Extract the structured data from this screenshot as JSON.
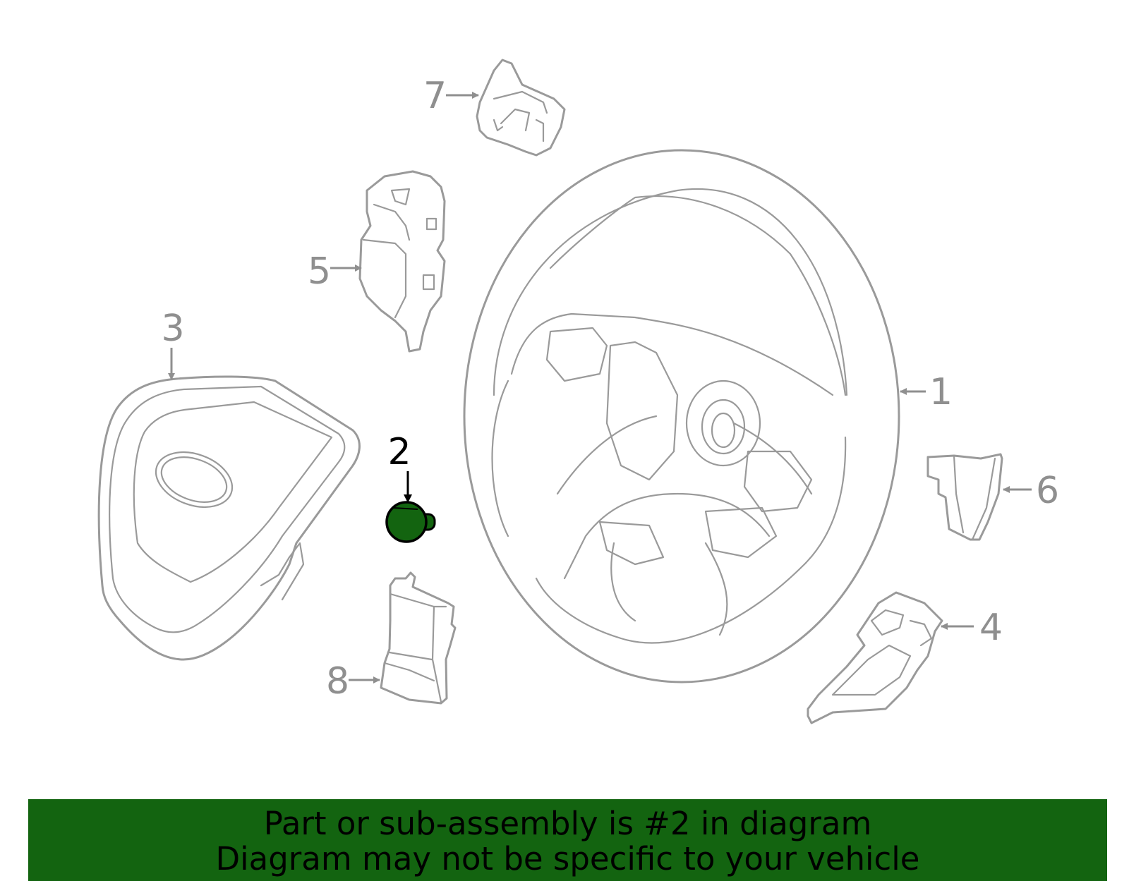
{
  "callouts": [
    {
      "id": "1",
      "label": "1"
    },
    {
      "id": "2",
      "label": "2"
    },
    {
      "id": "3",
      "label": "3"
    },
    {
      "id": "4",
      "label": "4"
    },
    {
      "id": "5",
      "label": "5"
    },
    {
      "id": "6",
      "label": "6"
    },
    {
      "id": "7",
      "label": "7"
    },
    {
      "id": "8",
      "label": "8"
    }
  ],
  "highlighted_part": "2",
  "colors": {
    "part_stroke": "#9a9a9a",
    "highlight_fill": "#136410",
    "banner_bg": "#136410"
  },
  "banner": {
    "line1": "Part or sub-assembly is #2 in diagram",
    "line2": "Diagram may not be specific to your vehicle"
  }
}
